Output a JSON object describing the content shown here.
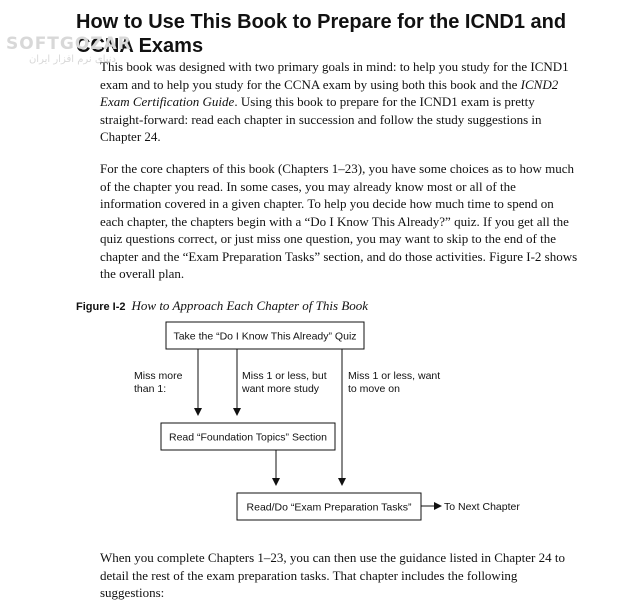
{
  "section": {
    "heading_line1": "How to Use This Book to Prepare for the ICND1 and",
    "heading_line2": "CCNA Exams"
  },
  "watermark": {
    "main": "SOFTGOZAR",
    "sub": "دنیای نرم افزار ایران"
  },
  "paragraph1": {
    "t1": "This book was designed with two primary goals in mind: to help you study for the ICND1 exam and to help you study for the CCNA exam by using both this book and the ",
    "italic": "ICND2 Exam Certification Guide",
    "t2": ". Using this book to prepare for the ICND1 exam is pretty straight-forward: read each chapter in succession and follow the study suggestions in Chapter 24."
  },
  "paragraph2": "For the core chapters of this book (Chapters 1–23), you have some choices as to how much of the chapter you read. In some cases, you may already know most or all of the information covered in a given chapter. To help you decide how much time to spend on each chapter, the chapters begin with a “Do I Know This Already?” quiz. If you get all the quiz questions correct, or just miss one question, you may want to skip to the end of the chapter and the “Exam Preparation Tasks” section, and do those activities. Figure I-2 shows the overall plan.",
  "figure": {
    "number": "Figure I-2",
    "title": "How to Approach Each Chapter of This Book",
    "box_quiz": "Take the “Do I Know This Already” Quiz",
    "branch_more_1": "Miss more",
    "branch_more_2": "than 1:",
    "branch_study_1": "Miss 1 or less, but",
    "branch_study_2": "want more study",
    "branch_move_1": "Miss 1 or less, want",
    "branch_move_2": "to move on",
    "box_foundation": "Read “Foundation Topics” Section",
    "box_exam_prep": "Read/Do “Exam Preparation Tasks”",
    "next_chapter": "To Next Chapter"
  },
  "paragraph3": "When you complete Chapters 1–23, you can then use the guidance listed in Chapter 24 to detail the rest of the exam preparation tasks. That chapter includes the following suggestions:"
}
